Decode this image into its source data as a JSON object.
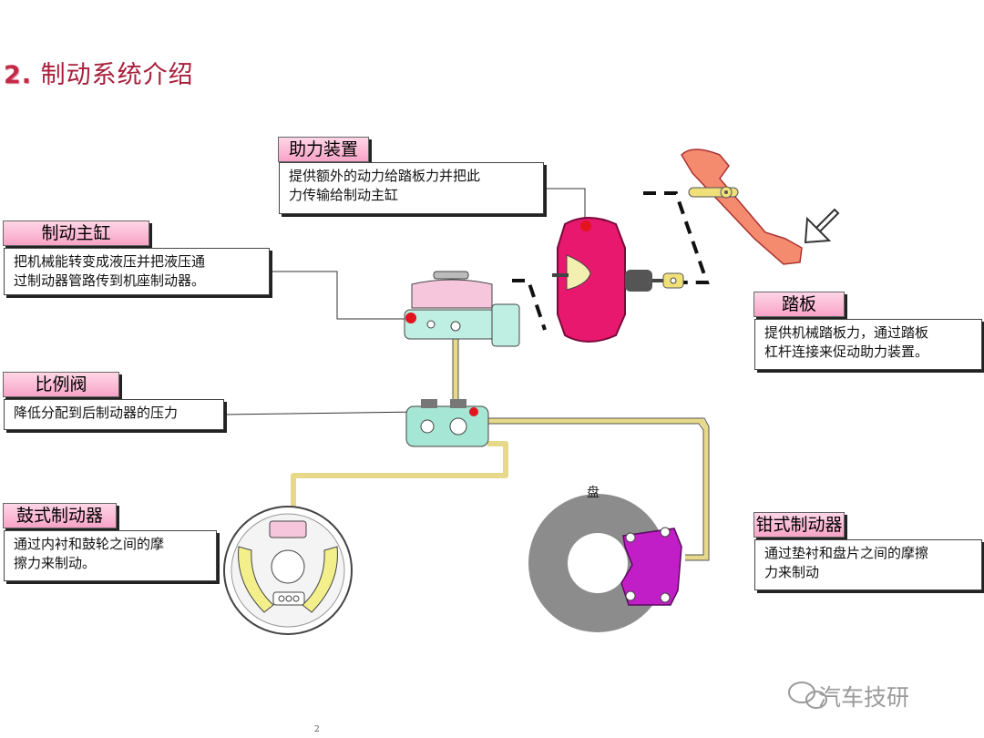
{
  "title": {
    "number": "2.",
    "text": "制动系统介绍"
  },
  "components": {
    "booster": {
      "label": "助力装置",
      "desc_line1": "提供额外的动力给踏板力并把此",
      "desc_line2": "力传输给制动主缸"
    },
    "master_cylinder": {
      "label": "制动主缸",
      "desc_line1": "把机械能转变成液压并把液压通",
      "desc_line2": "过制动器管路传到机座制动器。"
    },
    "proportioning_valve": {
      "label": "比例阀",
      "desc_line1": "降低分配到后制动器的压力"
    },
    "drum_brake": {
      "label": "鼓式制动器",
      "desc_line1": "通过内衬和鼓轮之间的摩",
      "desc_line2": "擦力来制动。"
    },
    "pedal": {
      "label": "踏板",
      "desc_line1": "提供机械踏板力，通过踏板",
      "desc_line2": "杠杆连接来促动助力装置。"
    },
    "caliper_brake": {
      "label": "钳式制动器",
      "desc_line1": "通过垫衬和盘片之间的摩擦",
      "desc_line2": "力来制动"
    }
  },
  "disc_label": "盘",
  "watermark": "汽车技研",
  "page_number": "2",
  "colors": {
    "label_fill": "#f7a3c7",
    "booster": "#e8186e",
    "caliper": "#c21ec8",
    "line": "#e8d98a",
    "valve": "#a6e6d4"
  }
}
